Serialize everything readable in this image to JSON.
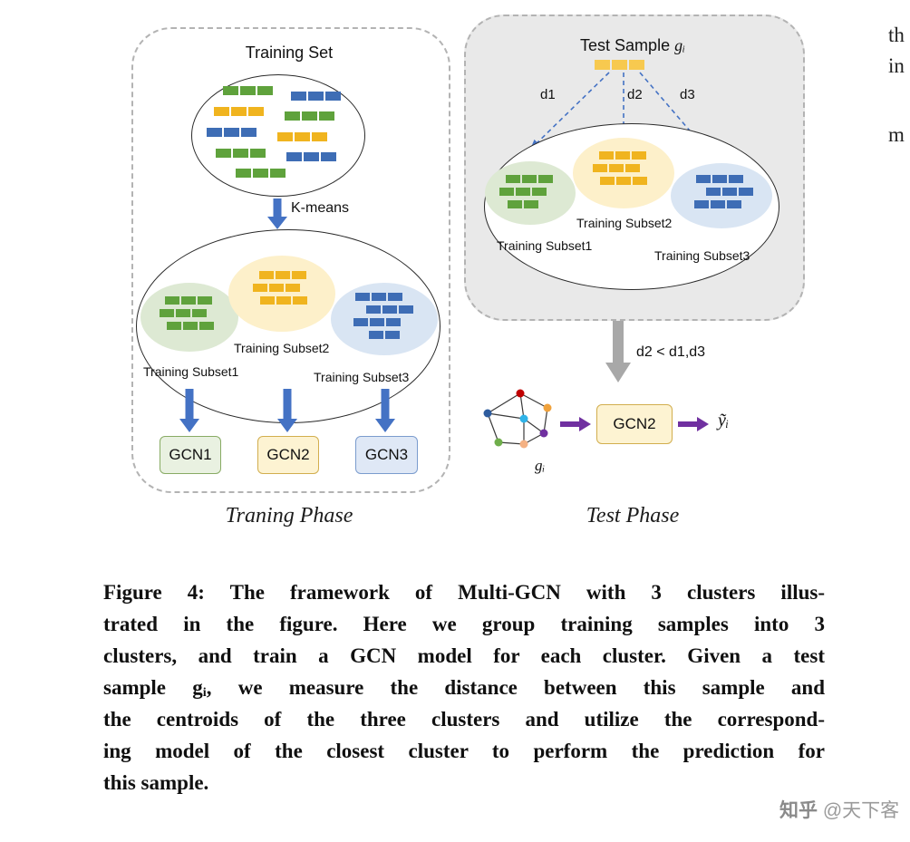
{
  "colors": {
    "green": "#5fa23c",
    "yellow": "#f0b41f",
    "blue": "#3e6db5",
    "lightGreen": "#dde9d3",
    "lightYellow": "#fdf0ca",
    "lightBlue": "#d9e5f3",
    "gcn1Fill": "#e9f1e1",
    "gcn1Border": "#88ab64",
    "gcn2Fill": "#fdf3d2",
    "gcn2Border": "#d2ae4e",
    "gcn3Fill": "#dfe8f6",
    "gcn3Border": "#7b9cce",
    "arrowBlue": "#4472c4",
    "arrowGray": "#a8a8a8",
    "arrowPurple": "#7030a0",
    "panelBorder": "#b3b3b3",
    "grayPanelFill": "#e9e9e9",
    "testYellow": "#f7c94f"
  },
  "training_panel": {
    "title": "Training Set",
    "kmeans": "K-means",
    "subset1": "Training Subset1",
    "subset2": "Training Subset2",
    "subset3": "Training Subset3",
    "gcn1": "GCN1",
    "gcn2": "GCN2",
    "gcn3": "GCN3",
    "phase": "Traning Phase"
  },
  "test_panel": {
    "title": "Test Sample",
    "title_math": "gᵢ",
    "d1": "d1",
    "d2": "d2",
    "d3": "d3",
    "subset1": "Training Subset1",
    "subset2": "Training Subset2",
    "subset3": "Training Subset3",
    "condition": "d2 < d1,d3",
    "graph_label": "gᵢ",
    "gcn2": "GCN2",
    "output": "ỹᵢ",
    "phase": "Test Phase"
  },
  "caption": {
    "lines": [
      "Figure 4: The framework of Multi-GCN with 3 clusters illus-",
      "trated in the figure. Here we group training samples into 3",
      "clusters, and train a GCN model for each cluster. Given a test",
      "sample gᵢ, we measure the distance between this sample and",
      "the centroids of the three clusters and utilize the correspond-",
      "ing model of the closest cluster to perform the prediction for",
      "this sample."
    ]
  },
  "side_column": {
    "fragments": [
      "th",
      "in",
      "m"
    ]
  },
  "watermark": {
    "brand": "知乎",
    "user": "@天下客"
  }
}
